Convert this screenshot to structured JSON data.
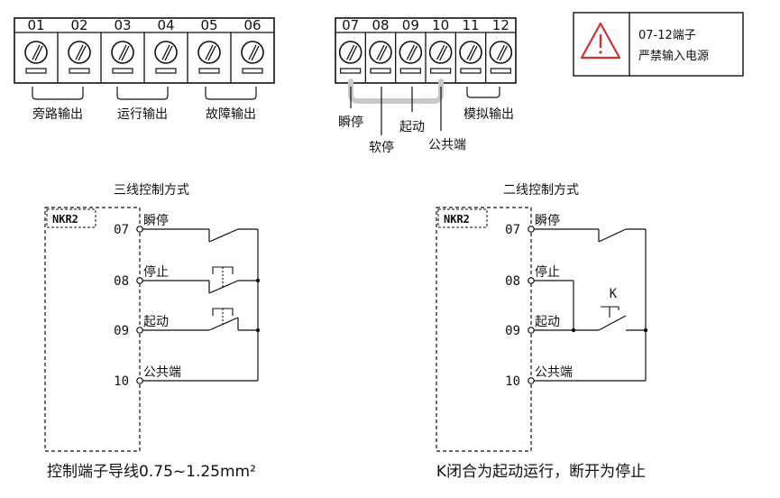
{
  "terminal_block_left": {
    "numbers": [
      "01",
      "02",
      "03",
      "04",
      "05",
      "06"
    ],
    "group_labels": [
      "旁路输出",
      "运行输出",
      "故障输出"
    ]
  },
  "terminal_block_right": {
    "numbers": [
      "07",
      "08",
      "09",
      "10",
      "11",
      "12"
    ],
    "labels": {
      "t07": "瞬停",
      "t08": "软停",
      "t09": "起动",
      "t10": "公共端",
      "t11_12": "模拟输出"
    }
  },
  "warning": {
    "line1": "07-12端子",
    "line2": "严禁输入电源",
    "icon_color": "#d32f2f"
  },
  "three_wire": {
    "title": "三线控制方式",
    "box_label": "NKR2",
    "rows": [
      {
        "num": "07",
        "label": "瞬停"
      },
      {
        "num": "08",
        "label": "停止"
      },
      {
        "num": "09",
        "label": "起动"
      },
      {
        "num": "10",
        "label": "公共端"
      }
    ],
    "note": "控制端子导线0.75~1.25mm²"
  },
  "two_wire": {
    "title": "二线控制方式",
    "box_label": "NKR2",
    "switch_label": "K",
    "rows": [
      {
        "num": "07",
        "label": "瞬停"
      },
      {
        "num": "08",
        "label": "停止"
      },
      {
        "num": "09",
        "label": "起动"
      },
      {
        "num": "10",
        "label": "公共端"
      }
    ],
    "note": "K闭合为起动运行，断开为停止"
  }
}
